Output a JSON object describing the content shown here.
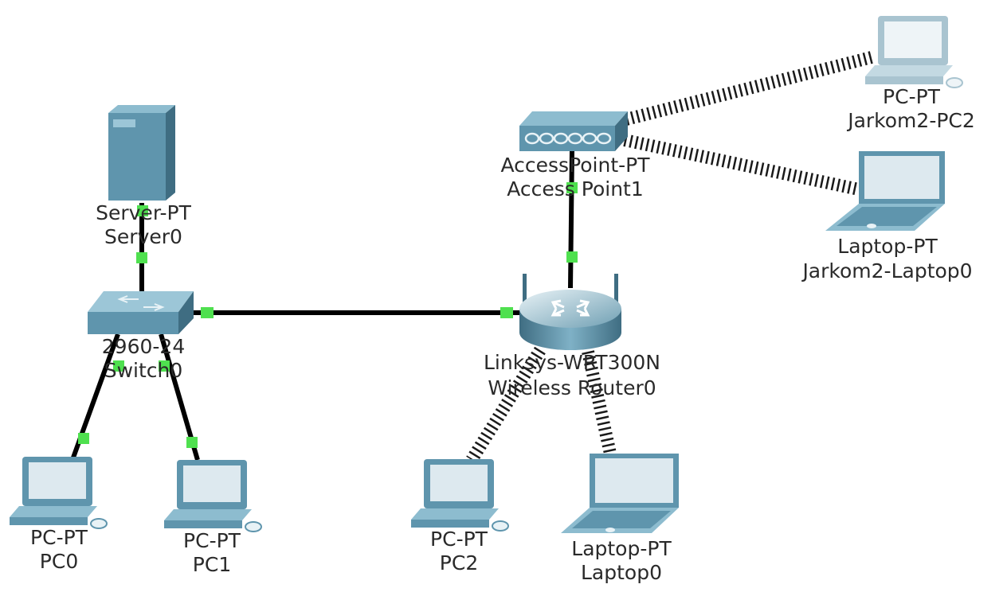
{
  "devices": {
    "server0": {
      "model": "Server-PT",
      "name": "Server0"
    },
    "switch0": {
      "model": "2960-24",
      "name": "Switch0"
    },
    "router0": {
      "model": "Linksys-WRT300N",
      "name": "Wireless Router0"
    },
    "accesspoint1": {
      "model": "AccessPoint-PT",
      "name": "Access Point1"
    },
    "pc0": {
      "model": "PC-PT",
      "name": "PC0"
    },
    "pc1": {
      "model": "PC-PT",
      "name": "PC1"
    },
    "pc2": {
      "model": "PC-PT",
      "name": "PC2"
    },
    "laptop0": {
      "model": "Laptop-PT",
      "name": "Laptop0"
    },
    "jarkom2_pc2": {
      "model": "PC-PT",
      "name": "Jarkom2-PC2"
    },
    "jarkom2_laptop0": {
      "model": "Laptop-PT",
      "name": "Jarkom2-Laptop0"
    }
  },
  "links": [
    {
      "from": "Server0",
      "to": "Switch0",
      "type": "wired"
    },
    {
      "from": "Switch0",
      "to": "Wireless Router0",
      "type": "wired"
    },
    {
      "from": "Switch0",
      "to": "PC0",
      "type": "wired"
    },
    {
      "from": "Switch0",
      "to": "PC1",
      "type": "wired"
    },
    {
      "from": "Wireless Router0",
      "to": "Access Point1",
      "type": "wired"
    },
    {
      "from": "Wireless Router0",
      "to": "PC2",
      "type": "wireless"
    },
    {
      "from": "Wireless Router0",
      "to": "Laptop0",
      "type": "wireless"
    },
    {
      "from": "Access Point1",
      "to": "Jarkom2-PC2",
      "type": "wireless"
    },
    {
      "from": "Access Point1",
      "to": "Jarkom2-Laptop0",
      "type": "wireless"
    }
  ],
  "colors": {
    "device": "#5f95ad",
    "device_dark": "#3f6d82",
    "screen": "#dde9ef",
    "port": "#4fe04f",
    "cable": "#000000"
  }
}
